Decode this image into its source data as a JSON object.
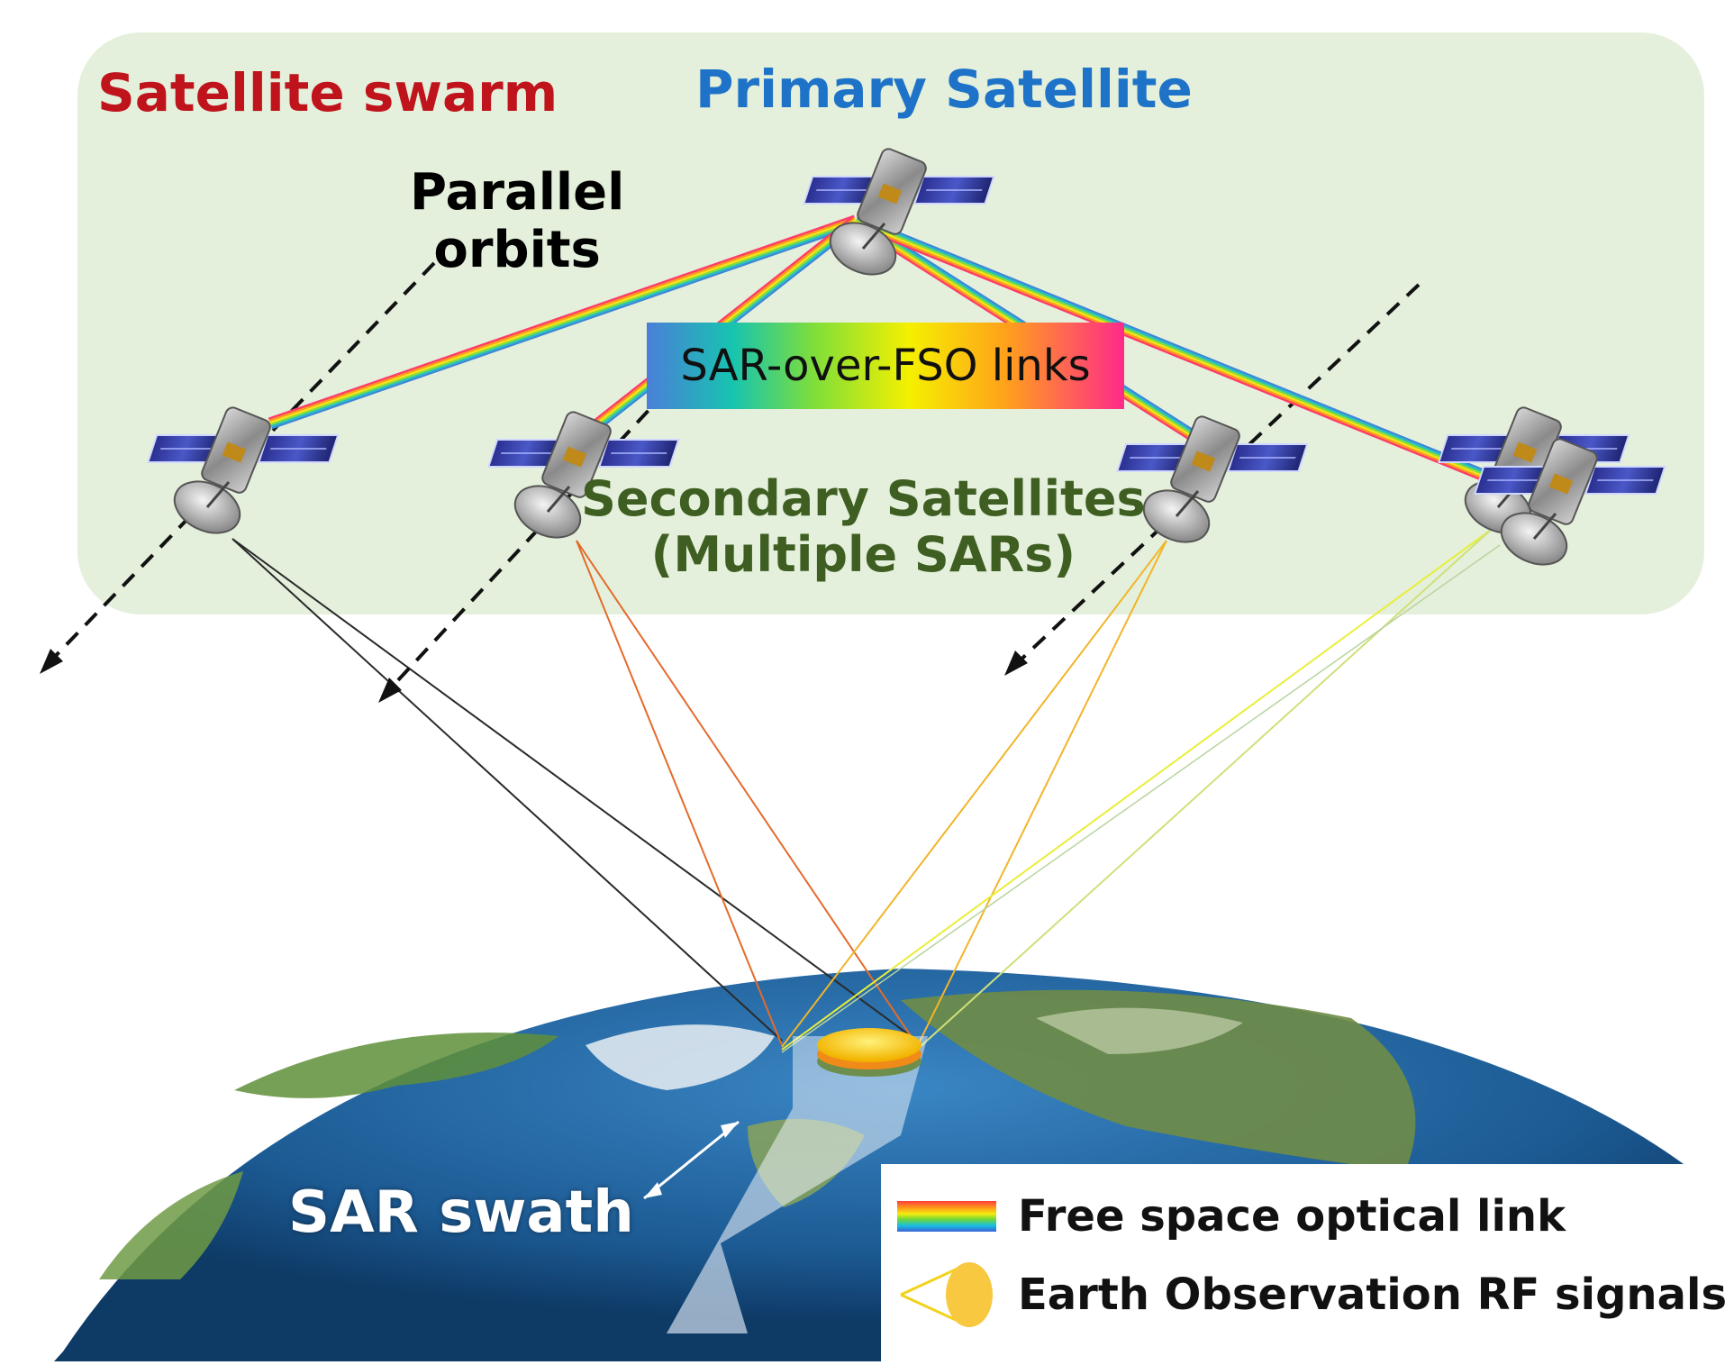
{
  "labels": {
    "swarm": "Satellite swarm",
    "primary": "Primary Satellite",
    "orbits_line1": "Parallel",
    "orbits_line2": "orbits",
    "fso_links": "SAR-over-FSO links",
    "secondary_line1": "Secondary Satellites",
    "secondary_line2": "(Multiple SARs)",
    "swath": "SAR swath"
  },
  "legend": {
    "fso": "Free space optical link",
    "rf": "Earth Observation RF signals"
  },
  "colors": {
    "swarm_title": "#c0141c",
    "primary_title": "#1e73c8",
    "secondary_title": "#3f5e22",
    "swarm_panel": "#e3efd9",
    "ocean": "#1f5f98",
    "land": "#6d8f4a"
  },
  "icons": [
    "satellite-icon",
    "orbit-arrow-icon",
    "optical-link-icon",
    "rf-beam-icon"
  ]
}
